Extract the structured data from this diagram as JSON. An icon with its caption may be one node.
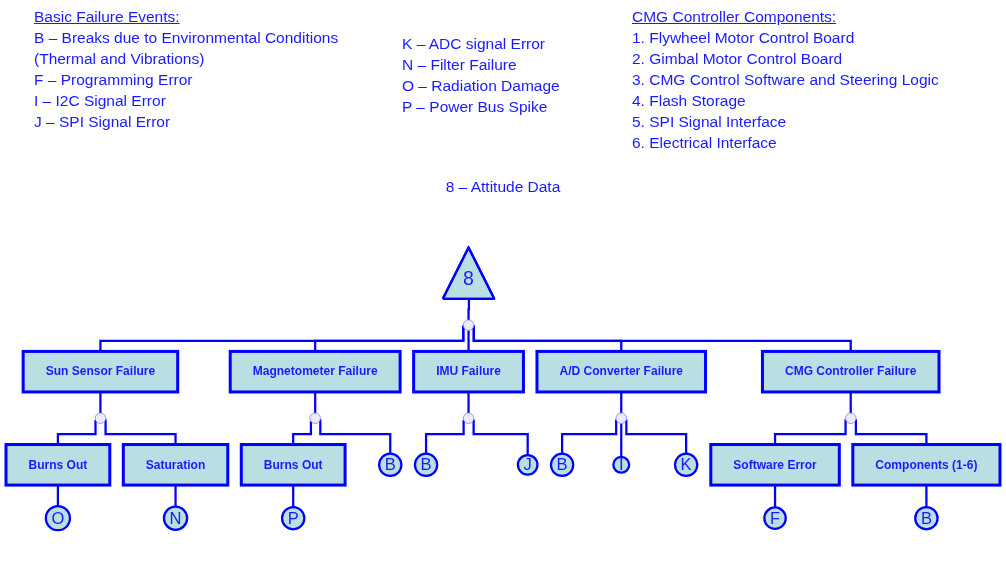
{
  "diagram": {
    "nodes": [
      {
        "text": [
          "8"
        ],
        "beside": [
          "8 – Attitude Data"
        ]
      },
      {
        "text": [],
        "shape": "gate"
      },
      {
        "text": [
          "Sun Sensor Failure"
        ]
      },
      {
        "text": [
          "Magnetometer Failure"
        ]
      },
      {
        "text": [
          "IMU Failure"
        ]
      },
      {
        "text": [
          "A/D Converter Failure"
        ]
      },
      {
        "text": [
          "CMG Controller Failure"
        ]
      },
      {
        "text": [],
        "shape": "gate"
      },
      {
        "text": [],
        "shape": "gate"
      },
      {
        "text": [],
        "shape": "gate"
      },
      {
        "text": [],
        "shape": "gate"
      },
      {
        "text": [],
        "shape": "gate"
      },
      {
        "text": [
          "Burns Out"
        ]
      },
      {
        "text": [
          "Saturation"
        ]
      },
      {
        "text": [
          "Burns Out"
        ]
      },
      {
        "text": [
          "Software Error"
        ]
      },
      {
        "text": [
          "Components (1-6)"
        ]
      },
      {
        "text": [
          "O"
        ]
      },
      {
        "text": [
          "N"
        ]
      },
      {
        "text": [
          "P"
        ]
      },
      {
        "text": [
          "B"
        ]
      },
      {
        "text": [
          "B"
        ]
      },
      {
        "text": [
          "J"
        ]
      },
      {
        "text": [
          "B"
        ]
      },
      {
        "text": [
          "I"
        ]
      },
      {
        "text": [
          "K"
        ]
      },
      {
        "text": [
          "F"
        ]
      },
      {
        "text": [
          "B"
        ]
      }
    ],
    "edges": [
      {
        "from": 0,
        "to": 1,
        "arrow": "none"
      },
      {
        "from": 1,
        "to": 2,
        "arrow": "none"
      },
      {
        "from": 1,
        "to": 3,
        "arrow": "none"
      },
      {
        "from": 1,
        "to": 4,
        "arrow": "none"
      },
      {
        "from": 1,
        "to": 5,
        "arrow": "none"
      },
      {
        "from": 1,
        "to": 6,
        "arrow": "none"
      },
      {
        "from": 2,
        "to": 7,
        "arrow": "none"
      },
      {
        "from": 3,
        "to": 8,
        "arrow": "none"
      },
      {
        "from": 4,
        "to": 9,
        "arrow": "none"
      },
      {
        "from": 5,
        "to": 10,
        "arrow": "none"
      },
      {
        "from": 6,
        "to": 11,
        "arrow": "none"
      },
      {
        "from": 7,
        "to": 12,
        "arrow": "none"
      },
      {
        "from": 7,
        "to": 13,
        "arrow": "none"
      },
      {
        "from": 8,
        "to": 14,
        "arrow": "none"
      },
      {
        "from": 8,
        "to": 20,
        "arrow": "none"
      },
      {
        "from": 9,
        "to": 21,
        "arrow": "none"
      },
      {
        "from": 9,
        "to": 22,
        "arrow": "none"
      },
      {
        "from": 10,
        "to": 23,
        "arrow": "none"
      },
      {
        "from": 10,
        "to": 24,
        "arrow": "none"
      },
      {
        "from": 10,
        "to": 25,
        "arrow": "none"
      },
      {
        "from": 11,
        "to": 15,
        "arrow": "none"
      },
      {
        "from": 11,
        "to": 16,
        "arrow": "none"
      },
      {
        "from": 12,
        "to": 17,
        "arrow": "none"
      },
      {
        "from": 13,
        "to": 18,
        "arrow": "none"
      },
      {
        "from": 14,
        "to": 19,
        "arrow": "none"
      },
      {
        "from": 15,
        "to": 26,
        "arrow": "none"
      },
      {
        "from": 16,
        "to": 27,
        "arrow": "none"
      }
    ],
    "labels": [
      "Basic Failure Events:",
      "B – Breaks due to Environmental Conditions (Thermal and Vibrations)",
      "F – Programming Error",
      "I – I2C Signal Error",
      "J – SPI Signal Error",
      "K – ADC signal Error",
      "N – Filter Failure",
      "O – Radiation Damage",
      "P – Power Bus Spike",
      "CMG Controller Components:",
      "1. Flywheel Motor Control Board",
      "2. Gimbal Motor Control Board",
      "3. CMG Control Software and Steering Logic",
      "4. Flash Storage",
      "5. SPI Signal Interface",
      "6. Electrical Interface"
    ]
  }
}
